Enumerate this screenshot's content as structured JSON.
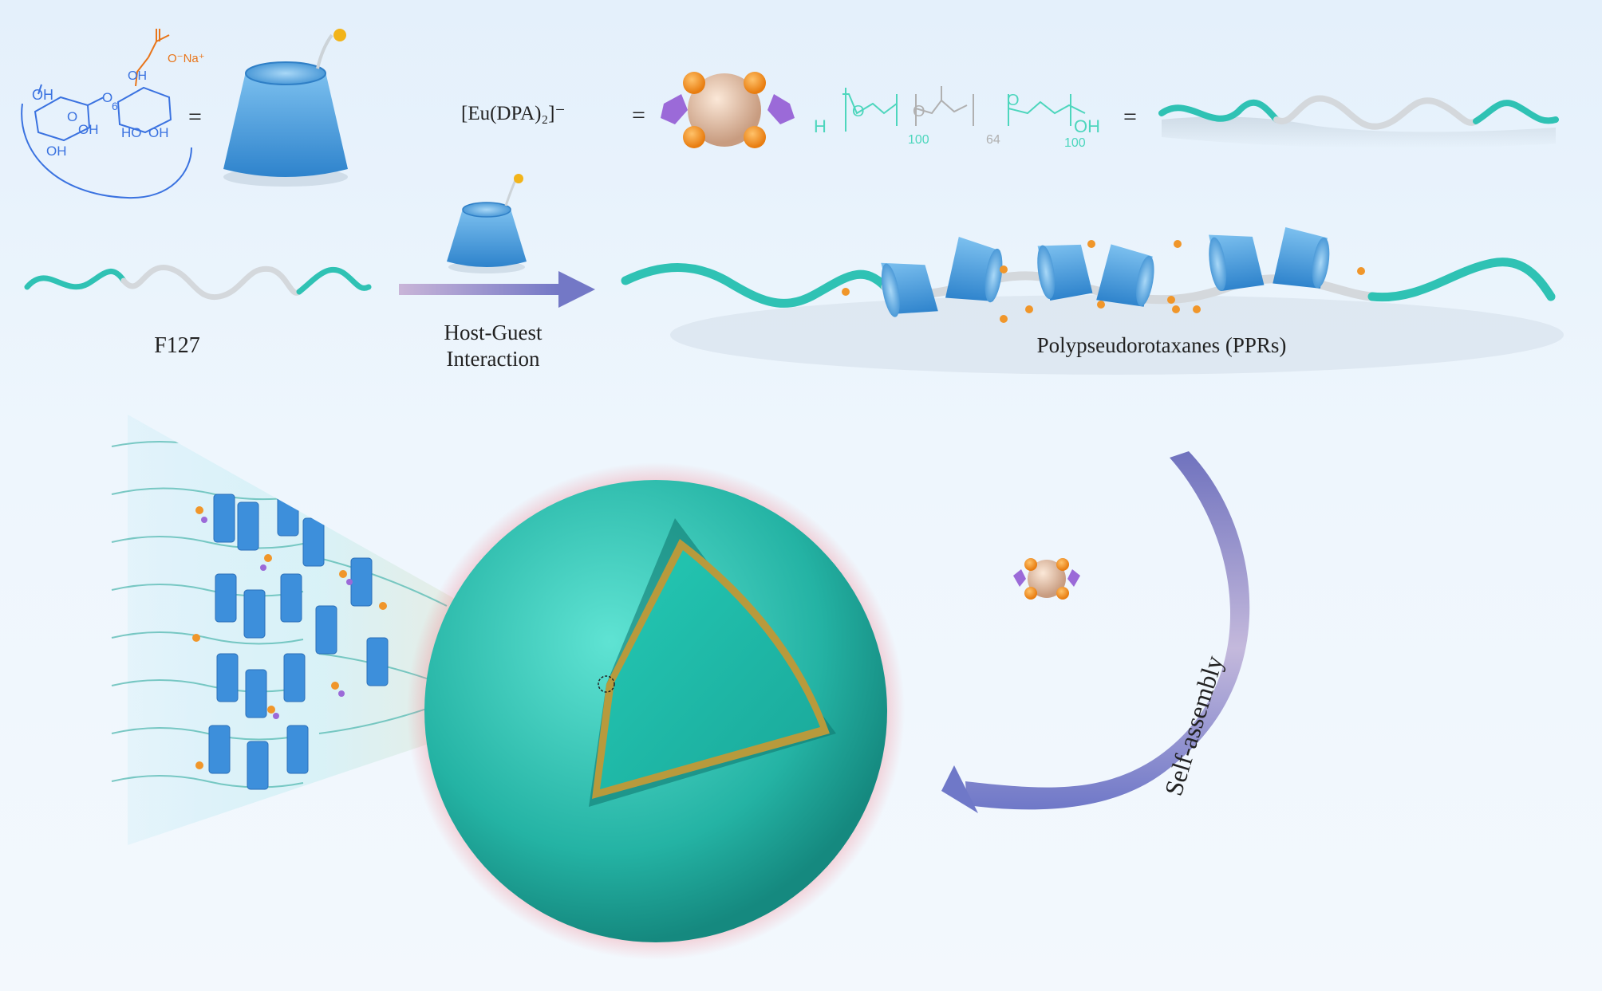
{
  "legend": {
    "cd_sub_6": "6",
    "cd_o": "O",
    "cd_o2": "O",
    "cd_oh1": "OH",
    "cd_oh2": "OH",
    "cd_oh3": "OH",
    "cd_oh4": "OH",
    "cd_ho": "HO",
    "cd_oh5": "OH",
    "cd_na": "O⁻Na⁺",
    "eq1": "=",
    "eu_formula": "[Eu(DPA)₂]⁻",
    "eq2": "=",
    "f127_h": "H",
    "f127_oh": "OH",
    "f127_o1": "O",
    "f127_o2": "O",
    "f127_o3": "O",
    "f127_n1": "100",
    "f127_n2": "64",
    "f127_n3": "100",
    "eq3": "="
  },
  "labels": {
    "f127": "F127",
    "reaction_line1": "Host-Guest",
    "reaction_line2": "Interaction",
    "pprs": "Polypseudorotaxanes  (PPRs)",
    "self_assembly": "Self-assembly"
  },
  "colors": {
    "teal": "#2fc2b4",
    "grey_chain": "#d4d8dc",
    "cd_blue": "#3d92d6",
    "orange": "#f0962a",
    "purple": "#9b6ad8",
    "sphere": "#2fc8b8",
    "arrow": "#8c92cc",
    "structure_blue": "#3a72e0",
    "structure_orange": "#e8751a",
    "peg_teal": "#4dd6bd"
  }
}
